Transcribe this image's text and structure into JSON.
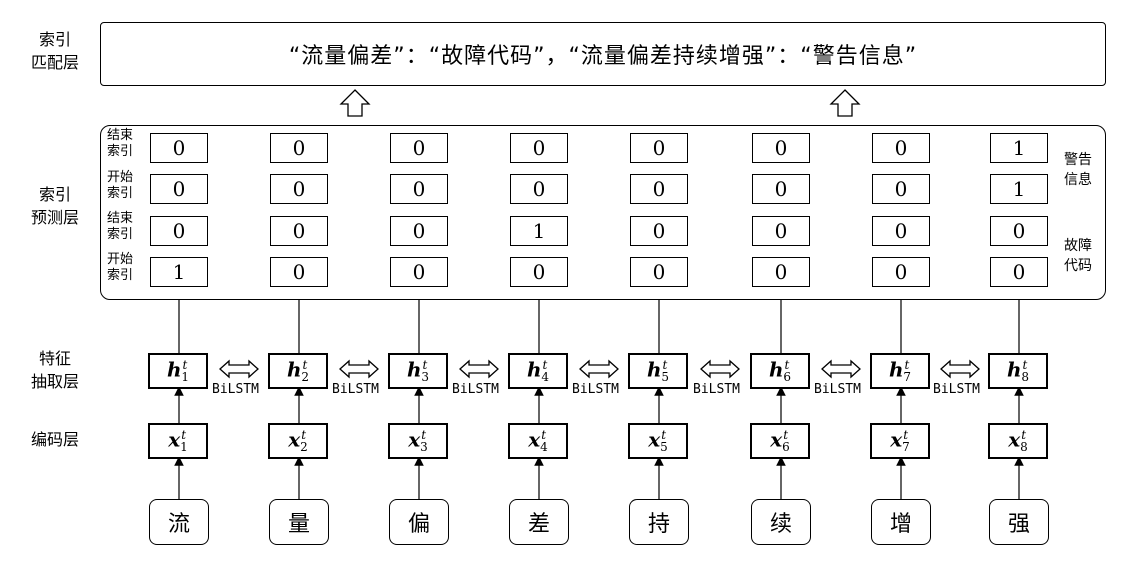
{
  "layers": {
    "index_match": "索引\n匹配层",
    "index_predict": "索引\n预测层",
    "feature_extract": "特征\n抽取层",
    "encoding": "编码层"
  },
  "match_text": "“流量偏差”：“故障代码”，“流量偏差持续增强”：“警告信息”",
  "row_labels": [
    "结束\n索引",
    "开始\n索引",
    "结束\n索引",
    "开始\n索引"
  ],
  "side_labels": {
    "warning": "警告\n信息",
    "fault": "故障\n代码"
  },
  "index_values": [
    [
      "0",
      "0",
      "0",
      "0",
      "0",
      "0",
      "0",
      "1"
    ],
    [
      "0",
      "0",
      "0",
      "0",
      "0",
      "0",
      "0",
      "1"
    ],
    [
      "0",
      "0",
      "0",
      "1",
      "0",
      "0",
      "0",
      "0"
    ],
    [
      "1",
      "0",
      "0",
      "0",
      "0",
      "0",
      "0",
      "0"
    ]
  ],
  "bilstm_label": "BiLSTM",
  "hidden_symbol": "h",
  "input_symbol": "x",
  "time_superscript": "t",
  "subscripts": [
    "1",
    "2",
    "3",
    "4",
    "5",
    "6",
    "7",
    "8"
  ],
  "tokens": [
    "流",
    "量",
    "偏",
    "差",
    "持",
    "续",
    "增",
    "强"
  ]
}
